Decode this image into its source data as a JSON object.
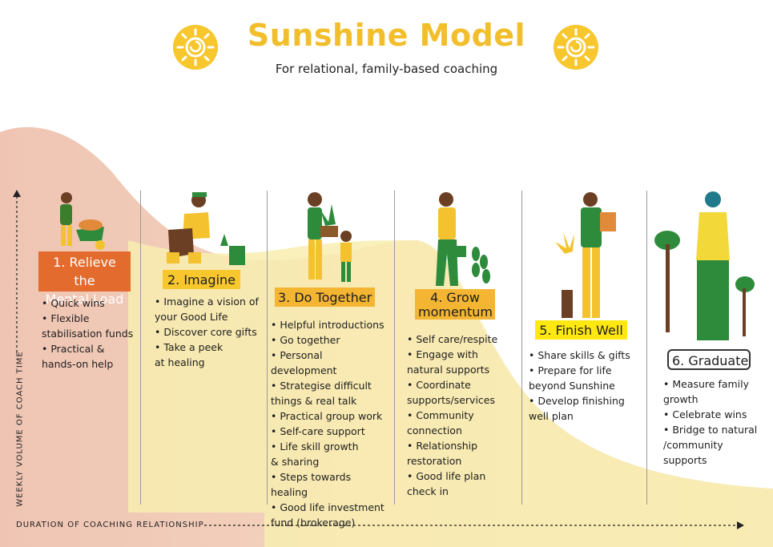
{
  "header": {
    "title": "Sunshine Model",
    "subtitle": "For relational, family-based coaching"
  },
  "axes": {
    "y_label": "WEEKLY VOLUME OF COACH TIME",
    "x_label": "DURATION OF COACHING RELATIONSHIP"
  },
  "stages": [
    {
      "label": "1. Relieve the\nMental Load",
      "bullets": [
        "• Quick wins",
        "• Flexible\nstabilisation funds",
        "• Practical &\nhands-on help"
      ]
    },
    {
      "label": "2. Imagine",
      "bullets": [
        "• Imagine a vision of\nyour Good Life",
        "• Discover core gifts",
        "• Take a peek\nat healing"
      ]
    },
    {
      "label": "3. Do Together",
      "bullets": [
        "• Helpful introductions",
        "• Go together",
        "• Personal development",
        "• Strategise difficult\nthings & real talk",
        "• Practical group work",
        " • Self-care support",
        "• Life skill growth\n& sharing",
        "• Steps towards healing",
        "• Good life investment\nfund (brokerage)"
      ]
    },
    {
      "label": "4. Grow\nmomentum",
      "bullets": [
        "• Self care/respite",
        "• Engage with\nnatural supports",
        " • Coordinate\nsupports/services",
        "• Community\nconnection",
        "• Relationship\nrestoration",
        "• Good life plan\ncheck in"
      ]
    },
    {
      "label": "5. Finish Well",
      "bullets": [
        "• Share skills & gifts",
        "• Prepare for life\nbeyond Sunshine",
        "• Develop finishing\nwell plan"
      ]
    },
    {
      "label": "6. Graduate",
      "bullets": [
        "• Measure family\ngrowth",
        "• Celebrate wins",
        "• Bridge to natural\n/community\nsupports"
      ]
    }
  ],
  "colors": {
    "title": "#F2BE2C",
    "curve_pink": "#F0C9B7",
    "curve_yellow": "#F8EDB0",
    "label_orange": "#E36B2E",
    "label_yellow": "#F7C72D"
  }
}
